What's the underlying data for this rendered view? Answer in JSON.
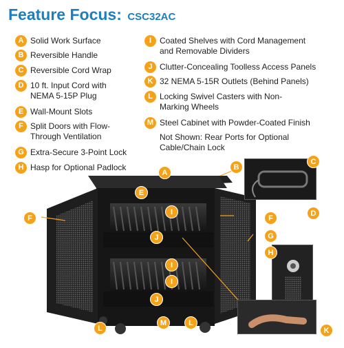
{
  "header": {
    "title": "Feature Focus:",
    "model": "CSC32AC"
  },
  "features_left": [
    {
      "letter": "A",
      "text": "Solid Work Surface"
    },
    {
      "letter": "B",
      "text": "Reversible Handle"
    },
    {
      "letter": "C",
      "text": "Reversible Cord Wrap"
    },
    {
      "letter": "D",
      "text": "10 ft. Input Cord with NEMA 5-15P Plug"
    },
    {
      "letter": "E",
      "text": "Wall-Mount Slots"
    },
    {
      "letter": "F",
      "text": "Split Doors with Flow-Through Ventilation"
    },
    {
      "letter": "G",
      "text": "Extra-Secure 3-Point Lock"
    },
    {
      "letter": "H",
      "text": "Hasp for Optional Padlock"
    }
  ],
  "features_right": [
    {
      "letter": "I",
      "text": "Coated Shelves with Cord Management and Removable Dividers"
    },
    {
      "letter": "J",
      "text": "Clutter-Concealing Toolless Access Panels"
    },
    {
      "letter": "K",
      "text": "32 NEMA 5-15R Outlets (Behind Panels)"
    },
    {
      "letter": "L",
      "text": "Locking Swivel Casters with Non-Marking Wheels"
    },
    {
      "letter": "M",
      "text": "Steel Cabinet with Powder-Coated Finish"
    }
  ],
  "note": "Not Shown: Rear Ports for Optional Cable/Chain Lock",
  "callouts": [
    "A",
    "B",
    "C",
    "D",
    "E",
    "F",
    "F",
    "G",
    "H",
    "I",
    "I",
    "I",
    "J",
    "J",
    "K",
    "L",
    "L",
    "M"
  ],
  "colors": {
    "accent": "#f5a21b",
    "title": "#1e7fc0",
    "cabinet": "#1c1c1c"
  }
}
